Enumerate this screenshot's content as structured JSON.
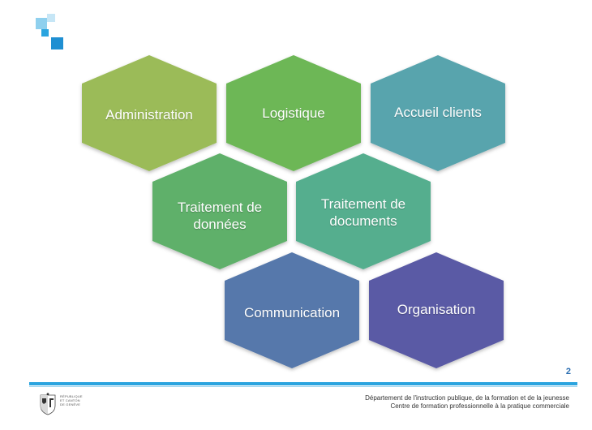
{
  "slide": {
    "page_number": "2",
    "hexagons": [
      {
        "id": "administration",
        "label": "Administration",
        "color": "#9bbb59"
      },
      {
        "id": "logistique",
        "label": "Logistique",
        "color": "#6db757"
      },
      {
        "id": "accueil-clients",
        "label": "Accueil clients",
        "color": "#58a4ad"
      },
      {
        "id": "traitement-donnees",
        "label": "Traitement de\ndonnées",
        "color": "#5fb06a"
      },
      {
        "id": "traitement-documents",
        "label": "Traitement de\ndocuments",
        "color": "#55ae8e"
      },
      {
        "id": "communication",
        "label": "Communication",
        "color": "#5678ab"
      },
      {
        "id": "organisation",
        "label": "Organisation",
        "color": "#5a5aa5"
      }
    ]
  },
  "footer": {
    "line1": "Département de l'instruction publique, de la formation et de la jeunesse",
    "line2": "Centre de formation professionnelle à la pratique commerciale",
    "emblem_text": "RÉPUBLIQUE\nET CANTON\nDE GENÈVE",
    "accent_color": "#2aa4df"
  }
}
